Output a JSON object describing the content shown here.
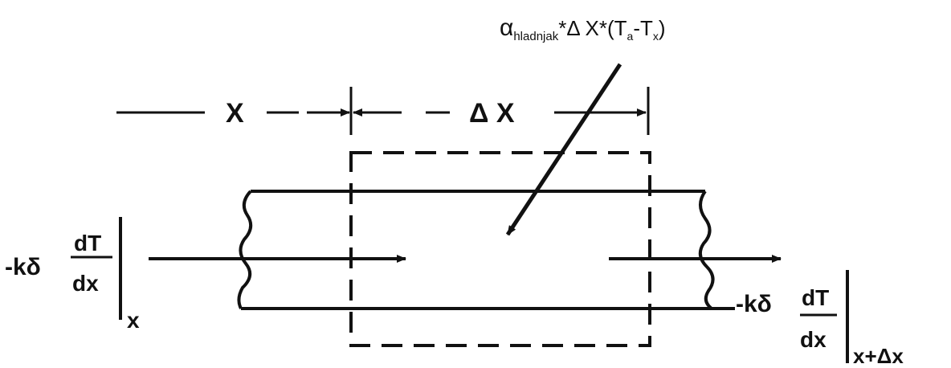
{
  "convection_label": {
    "symbol": "α",
    "subscript": "hladnjak",
    "expression": "*Δ X*(T",
    "sub_a": "a",
    "dash_t": "-T",
    "sub_x": "x",
    "close": ")"
  },
  "dimensions": {
    "x_label": "X",
    "delta_x_label": "Δ X"
  },
  "left_flux": {
    "prefix": "-kδ",
    "numerator": "dT",
    "denominator": "dx",
    "eval_at": "x"
  },
  "right_flux": {
    "prefix": "-kδ",
    "numerator": "dT",
    "denominator": "dx",
    "eval_at": "x+Δx"
  }
}
